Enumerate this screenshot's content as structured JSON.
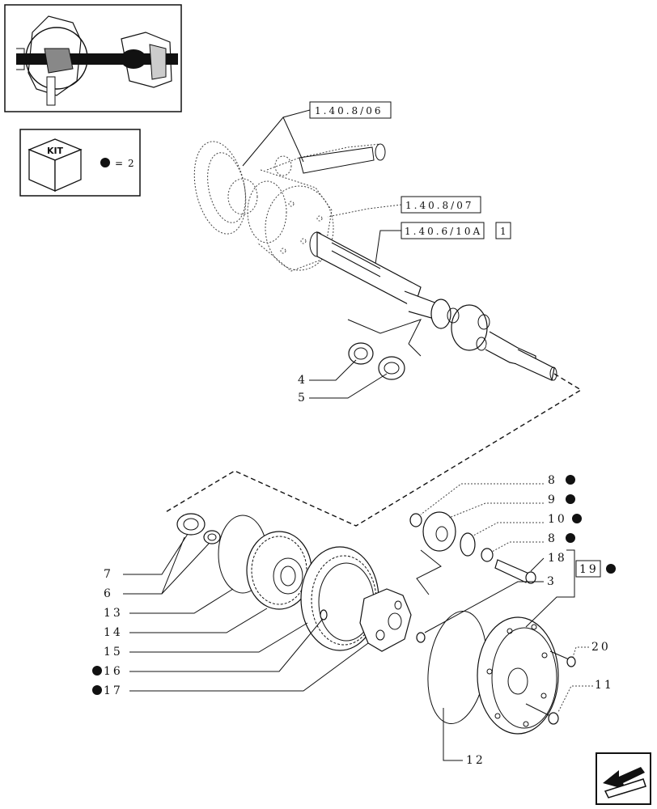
{
  "kit": {
    "cube_label": "KIT",
    "equals": "=",
    "qty": "2"
  },
  "references": [
    {
      "text": "1.40.8/06"
    },
    {
      "text": "1.40.8/07"
    },
    {
      "text": "1.40.6/10A"
    },
    {
      "text": "1"
    }
  ],
  "callouts": [
    {
      "num": "4",
      "dot": false
    },
    {
      "num": "5",
      "dot": false
    },
    {
      "num": "7",
      "dot": false
    },
    {
      "num": "6",
      "dot": false
    },
    {
      "num": "13",
      "dot": false
    },
    {
      "num": "14",
      "dot": false
    },
    {
      "num": "15",
      "dot": false
    },
    {
      "num": "16",
      "dot": true
    },
    {
      "num": "17",
      "dot": true
    },
    {
      "num": "8",
      "dot": true
    },
    {
      "num": "9",
      "dot": true
    },
    {
      "num": "10",
      "dot": true
    },
    {
      "num": "8",
      "dot": true
    },
    {
      "num": "18",
      "dot": false
    },
    {
      "num": "19",
      "dot": true
    },
    {
      "num": "3",
      "dot": false
    },
    {
      "num": "20",
      "dot": false
    },
    {
      "num": "11",
      "dot": false
    },
    {
      "num": "12",
      "dot": false
    }
  ],
  "colors": {
    "ink": "#111111",
    "background": "#ffffff"
  },
  "icons": [
    "axle-overview-thumbnail",
    "kit-cube-icon",
    "next-page-arrow-icon"
  ]
}
